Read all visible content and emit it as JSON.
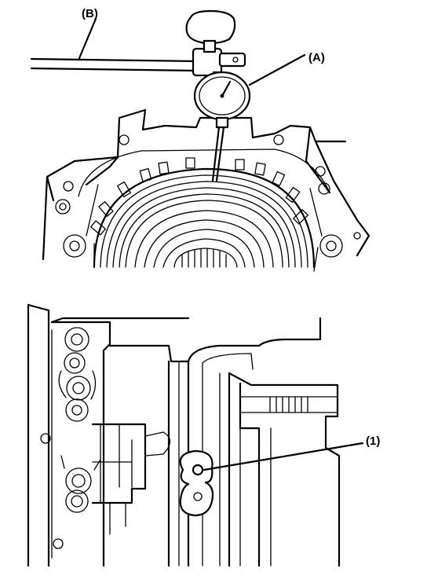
{
  "labels": {
    "b": "(B)",
    "a": "(A)",
    "one": "(1)"
  },
  "colors": {
    "ink": "#000000",
    "paper": "#ffffff"
  }
}
